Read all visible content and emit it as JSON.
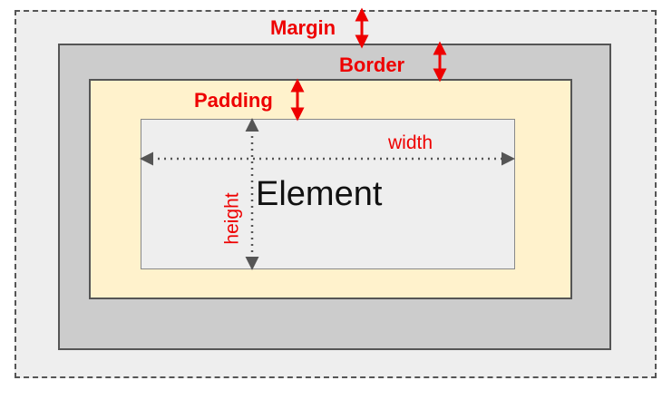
{
  "labels": {
    "margin": "Margin",
    "border": "Border",
    "padding": "Padding",
    "width": "width",
    "height": "height",
    "element": "Element"
  },
  "colors": {
    "accent_red": "#ee0000",
    "margin_fill": "#eeeeee",
    "border_fill": "#cccccc",
    "padding_fill": "#fff2cc",
    "content_fill": "#eeeeee",
    "outline": "#555555",
    "dimension_arrow": "#555555"
  },
  "icons": {
    "margin_arrow": "double-arrow-vertical-icon",
    "border_arrow": "double-arrow-vertical-icon",
    "padding_arrow": "double-arrow-vertical-icon",
    "width_arrow": "dotted-double-arrow-horizontal-icon",
    "height_arrow": "dotted-double-arrow-vertical-icon"
  }
}
